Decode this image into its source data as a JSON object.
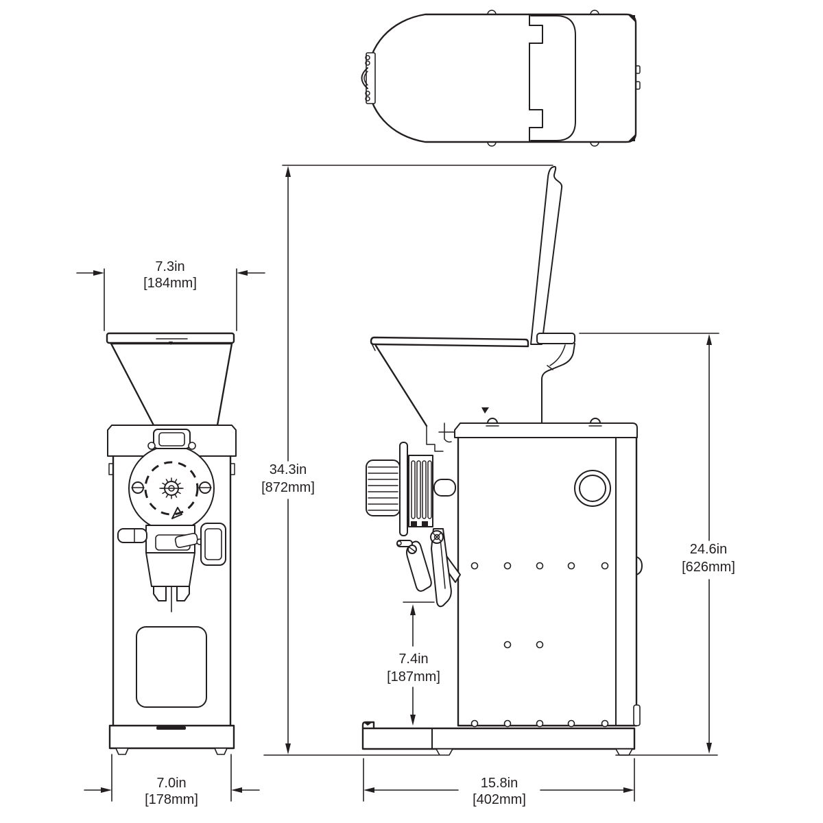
{
  "page": {
    "background": "#ffffff",
    "line_color": "#231f20"
  },
  "drawing": {
    "type": "technical-dimension-drawing",
    "subject": "coffee-grinder-three-views",
    "dimensions": {
      "hopper_width": {
        "inches": "7.3in",
        "millimeters": "[184mm]"
      },
      "overall_height": {
        "inches": "34.3in",
        "millimeters": "[872mm]"
      },
      "body_height": {
        "inches": "24.6in",
        "millimeters": "[626mm]"
      },
      "discharge_clearance": {
        "inches": "7.4in",
        "millimeters": "[187mm]"
      },
      "base_width": {
        "inches": "7.0in",
        "millimeters": "[178mm]"
      },
      "overall_depth": {
        "inches": "15.8in",
        "millimeters": "[402mm]"
      }
    }
  }
}
